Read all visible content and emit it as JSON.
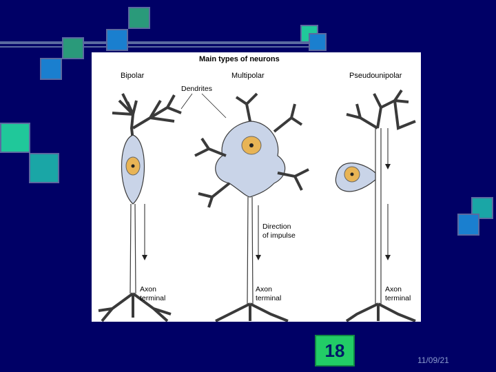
{
  "slide": {
    "page_number": "18",
    "date": "11/09/21",
    "background_color": "#000066"
  },
  "figure": {
    "title": "Main types of neurons",
    "types": [
      "Bipolar",
      "Multipolar",
      "Pseudounipolar"
    ],
    "dendrites_label": "Dendrites",
    "direction_label_1": "Direction",
    "direction_label_2": "of impulse",
    "axon_label_1": "Axon",
    "axon_label_2": "terminal",
    "colors": {
      "cell_fill": "#c9d4e8",
      "cell_stroke": "#3a3a3a",
      "nucleus_fill": "#e8b455",
      "nucleolus_fill": "#222222"
    }
  },
  "decorations": {
    "icon_names": [
      "teal-square-icon",
      "blue-square-icon",
      "green-square-icon"
    ]
  }
}
